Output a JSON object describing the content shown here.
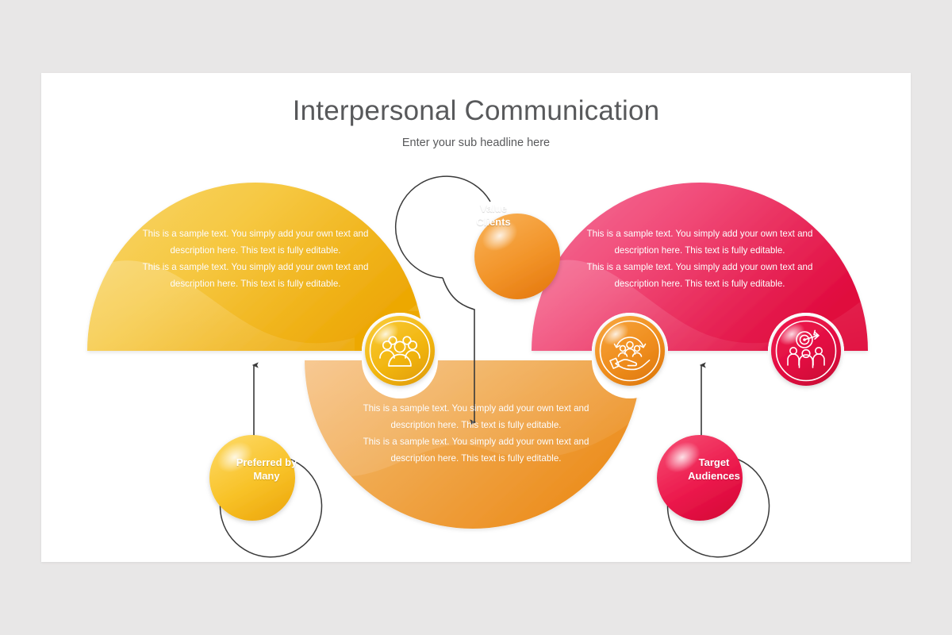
{
  "slide": {
    "title": "Interpersonal Communication",
    "subtitle": "Enter your sub headline here",
    "background_color": "#e8e7e7",
    "panel_color": "#ffffff"
  },
  "body_text": {
    "line1": "This is a sample text. You simply add your own text and",
    "line2": "description here. This text is fully editable.",
    "line3": "This is a sample text. You simply add your own text and",
    "line4": "description here. This text is fully editable."
  },
  "segments": [
    {
      "id": "left",
      "label": "Preferred by Many",
      "label_line1": "Preferred by",
      "label_line2": "Many",
      "icon": "group-of-people-icon",
      "color_light": "#f7cf5a",
      "color_dark": "#efab12",
      "bubble_color_light": "#fdd34e",
      "bubble_color_dark": "#f2ad13",
      "icon_circle_light": "#f5c21c",
      "icon_circle_dark": "#e9a408"
    },
    {
      "id": "middle",
      "label": "Value Clients",
      "label_line1": "Value",
      "label_line2": "Clients",
      "icon": "hand-holding-people-icon",
      "color_light": "#f3b05f",
      "color_dark": "#ed9526",
      "bubble_color_light": "#f6a43d",
      "bubble_color_dark": "#e9801a",
      "icon_circle_light": "#f29527",
      "icon_circle_dark": "#e07c10"
    },
    {
      "id": "right",
      "label": "Target Audiences",
      "label_line1": "Target",
      "label_line2": "Audiences",
      "icon": "target-audience-icon",
      "color_light": "#f2658f",
      "color_dark": "#e20e40",
      "bubble_color_light": "#f23a63",
      "bubble_color_dark": "#dc0b3c",
      "icon_circle_light": "#e81247",
      "icon_circle_dark": "#cc0634"
    }
  ],
  "connectors": {
    "line_color": "#3a3a3a",
    "left_direction": "up",
    "middle_direction": "down",
    "right_direction": "up"
  }
}
